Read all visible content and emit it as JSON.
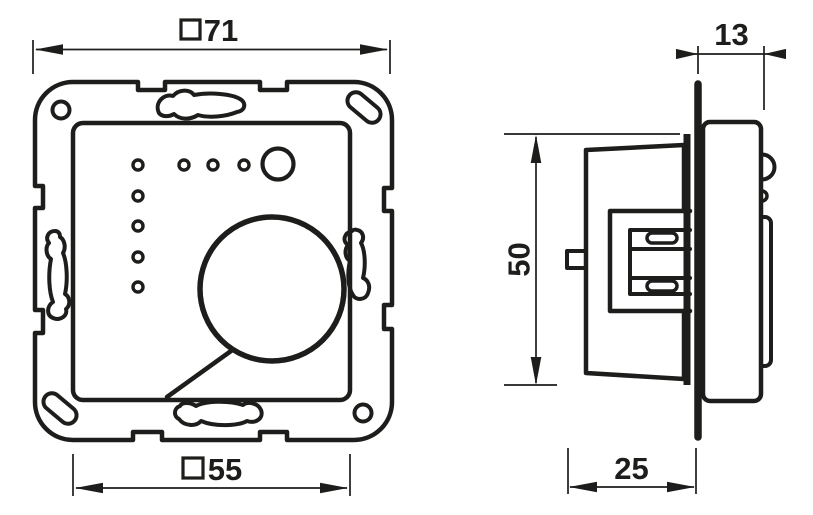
{
  "colors": {
    "line": "#1d1d1b",
    "background": "#ffffff"
  },
  "dimensions": {
    "frame_width": {
      "symbol": "□",
      "value": "71"
    },
    "plate_width": {
      "symbol": "□",
      "value": "55"
    },
    "front_depth": {
      "value": "13"
    },
    "box_height": {
      "value": "50"
    },
    "box_depth": {
      "value": "25"
    }
  }
}
